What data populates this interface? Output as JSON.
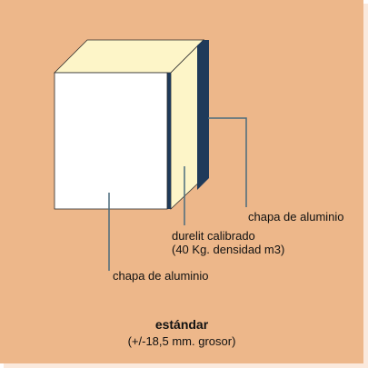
{
  "labels": {
    "outer_sheet": "chapa de aluminio",
    "core_line1": "durelit calibrado",
    "core_line2": "(40 Kg. densidad m3)",
    "inner_sheet": "chapa de aluminio"
  },
  "caption": {
    "title": "estándar",
    "subtitle": "(+/-18,5 mm. grosor)"
  },
  "colors": {
    "background": "#edb78a",
    "core": "#fdf5c8",
    "sheet_front": "#ffffff",
    "sheet_back": "#1f3a5a",
    "leader_line": "#4a6b7c"
  }
}
